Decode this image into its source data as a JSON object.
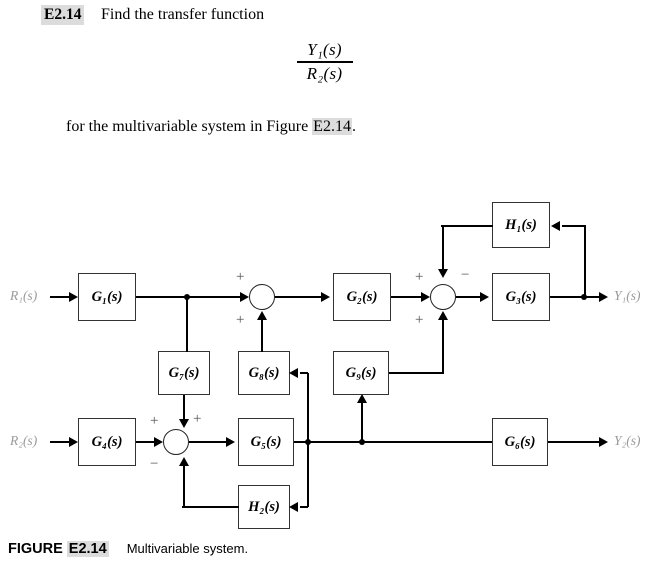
{
  "problem": {
    "exercise_number": "E2.14",
    "line1": "Find the transfer function",
    "fraction_numerator": "Y₁(s)",
    "fraction_denominator": "R₂(s)",
    "line2_before": "for the multivariable system in Figure ",
    "line2_figure_ref": "E2.14",
    "line2_after": "."
  },
  "caption": {
    "label": "FIGURE",
    "number": "E2.14",
    "text": "Multivariable system."
  },
  "diagram": {
    "title": "Multivariable system block diagram",
    "signals": {
      "r1": "R₁(s)",
      "r2": "R₂(s)",
      "y1": "Y₁(s)",
      "y2": "Y₂(s)"
    },
    "blocks": {
      "g1": "G₁(s)",
      "g2": "G₂(s)",
      "g3": "G₃(s)",
      "g4": "G₄(s)",
      "g5": "G₅(s)",
      "g6": "G₆(s)",
      "g7": "G₇(s)",
      "g8": "G₈(s)",
      "g9": "G₉(s)",
      "h1": "H₁(s)",
      "h2": "H₂(s)"
    },
    "summing_junctions": [
      {
        "id": "sum1",
        "signs": {
          "left": "+",
          "bottom": "+"
        }
      },
      {
        "id": "sum2",
        "signs": {
          "left": "+",
          "top": "−",
          "bottom": "+"
        }
      },
      {
        "id": "sum3",
        "signs": {
          "left": "+",
          "top": "+",
          "bottom": "−"
        }
      }
    ]
  }
}
